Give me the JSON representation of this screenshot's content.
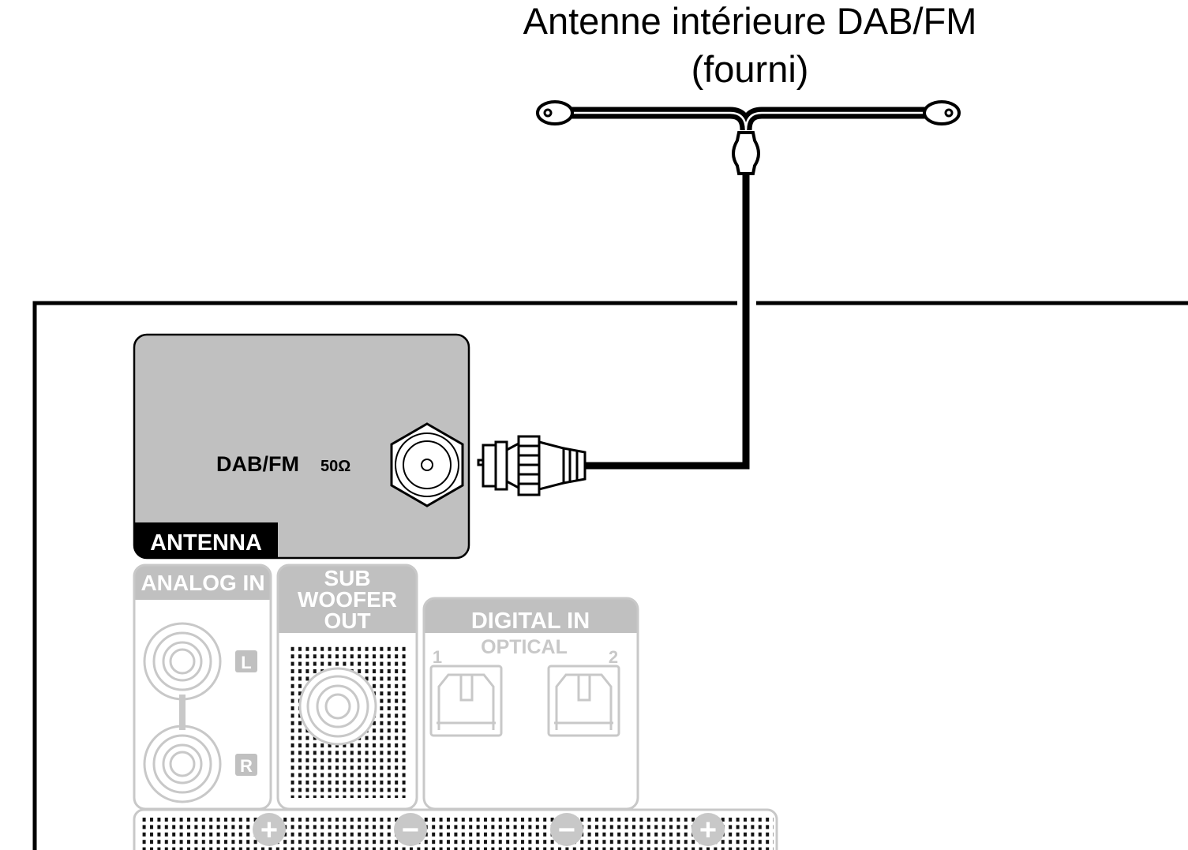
{
  "title": {
    "line1": "Antenne intérieure DAB/FM",
    "line2": "(fourni)"
  },
  "antenna_panel": {
    "section_label": "ANTENNA",
    "jack_label": "DAB/FM",
    "impedance": "50Ω"
  },
  "analog_in": {
    "label": "ANALOG IN",
    "left": "L",
    "right": "R"
  },
  "subwoofer": {
    "line1": "SUB",
    "line2": "WOOFER",
    "line3": "OUT"
  },
  "digital_in": {
    "label": "DIGITAL IN",
    "sublabel": "OPTICAL",
    "port1": "1",
    "port2": "2"
  },
  "speaker_terminals": [
    "+",
    "−",
    "−",
    "+"
  ],
  "colors": {
    "panel": "#c0c0c0",
    "faded": "#c8c8c8",
    "line": "#000000"
  }
}
